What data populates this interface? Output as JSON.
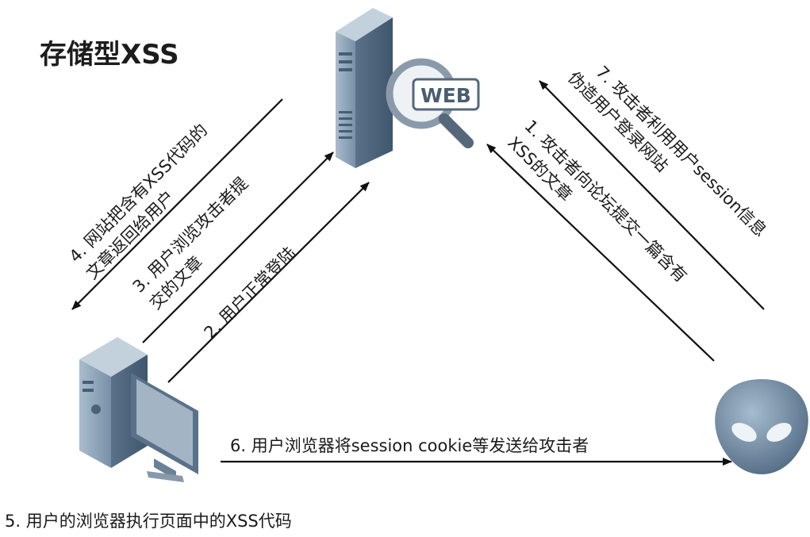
{
  "title": "存储型XSS",
  "web_badge": "WEB",
  "steps": {
    "s1_line1": "1. 攻击者向论坛提交一篇含有",
    "s1_line2": "XSS的文章",
    "s2": "2. 用户正常登陆",
    "s3_line1": "3. 用户浏览攻击者提",
    "s3_line2": "交的文章",
    "s4_line1": "4. 网站把含有XSS代码的",
    "s4_line2": "文章返回给用户",
    "s5": "5. 用户的浏览器执行页面中的XSS代码",
    "s6": "6. 用户浏览器将session cookie等发送给攻击者",
    "s7_line1": "7. 攻击者利用用户session信息",
    "s7_line2": "伪造用户登录网站"
  },
  "colors": {
    "server_body": "#7d93aa",
    "server_dark": "#4f6780",
    "alien": "#6f8aa4",
    "arrow": "#111111"
  }
}
